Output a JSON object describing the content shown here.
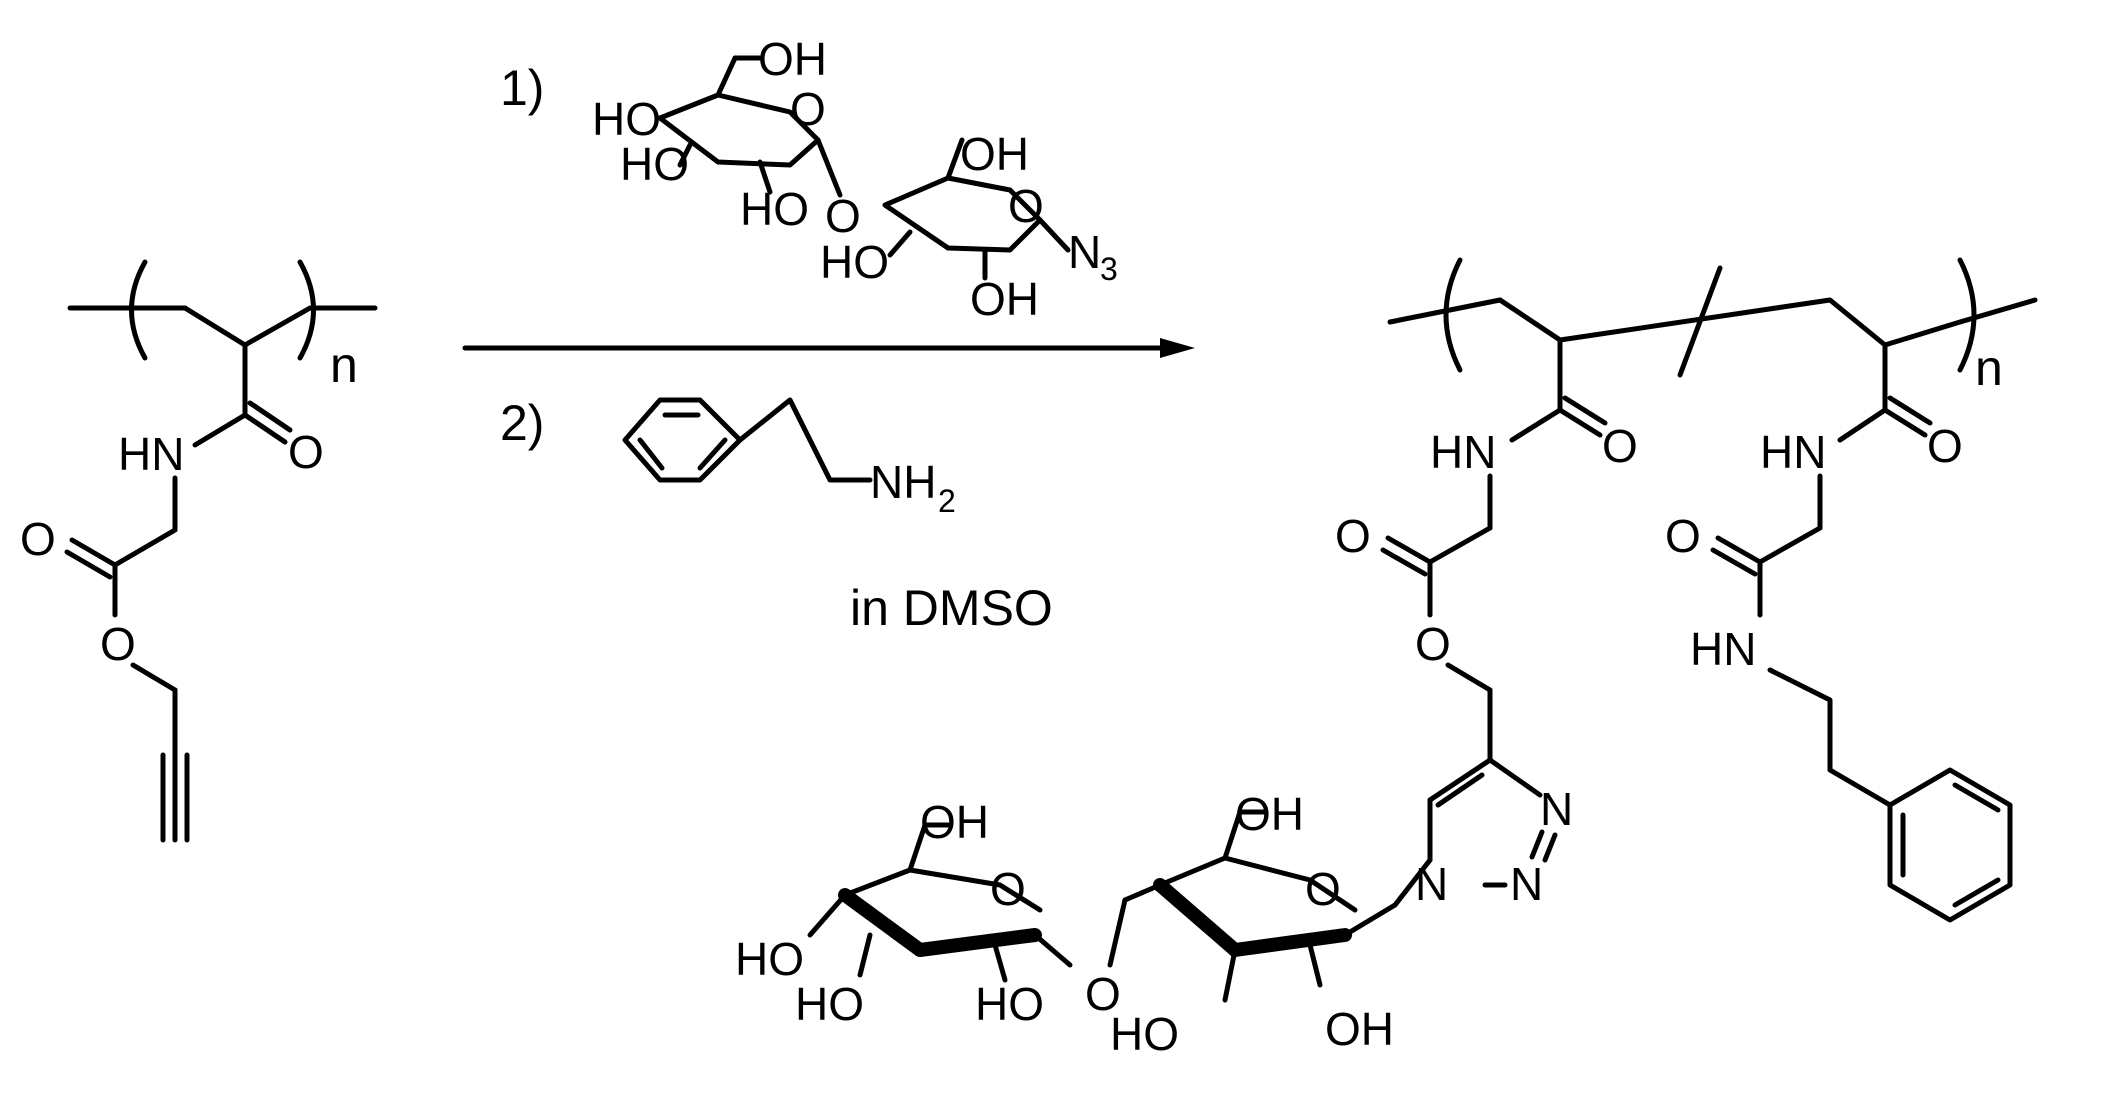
{
  "scheme": {
    "step1": "1)",
    "step2": "2)",
    "solvent": "in DMSO",
    "repeat_unit": "n",
    "labels": {
      "HO": "HO",
      "OH": "OH",
      "O": "O",
      "N": "N",
      "HN": "HN",
      "NH": "NH",
      "N3_base": "N",
      "N3_sub": "3",
      "NH2_base": "NH",
      "NH2_sub": "2"
    }
  }
}
